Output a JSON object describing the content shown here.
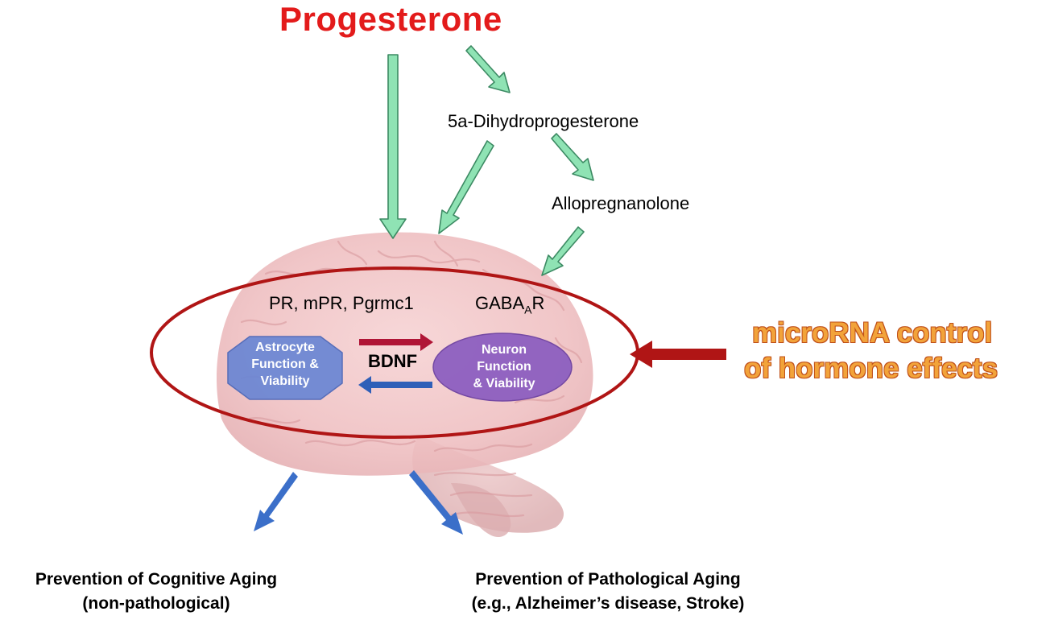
{
  "title": "Progesterone",
  "metabolites": {
    "dihydro": "5a-Dihydroprogesterone",
    "allo": "Allopregnanolone"
  },
  "receptors": {
    "left": "PR, mPR, Pgrmc1",
    "right_main": "GABA",
    "right_sub": "A",
    "right_tail": "R"
  },
  "cells": {
    "astrocyte": [
      "Astrocyte",
      "Function &",
      "Viability"
    ],
    "neuron": [
      "Neuron",
      "Function",
      "& Viability"
    ]
  },
  "bdnf": "BDNF",
  "microrna": [
    "microRNA control",
    "of hormone effects"
  ],
  "outcomes": {
    "left": [
      "Prevention of Cognitive Aging",
      "(non-pathological)"
    ],
    "right": [
      "Prevention of Pathological Aging",
      "(e.g., Alzheimer’s disease, Stroke)"
    ]
  },
  "colors": {
    "title": "#e31b1b",
    "green_arrow": "#8fe3b4",
    "green_outline": "#3c8a63",
    "blue_arrow": "#3b6fc9",
    "dark_red": "#b01515",
    "astrocyte": "#6a86d4",
    "neuron": "#8a5cc0",
    "brain": "#eeb9bb",
    "microrna": "#f2a33a"
  }
}
